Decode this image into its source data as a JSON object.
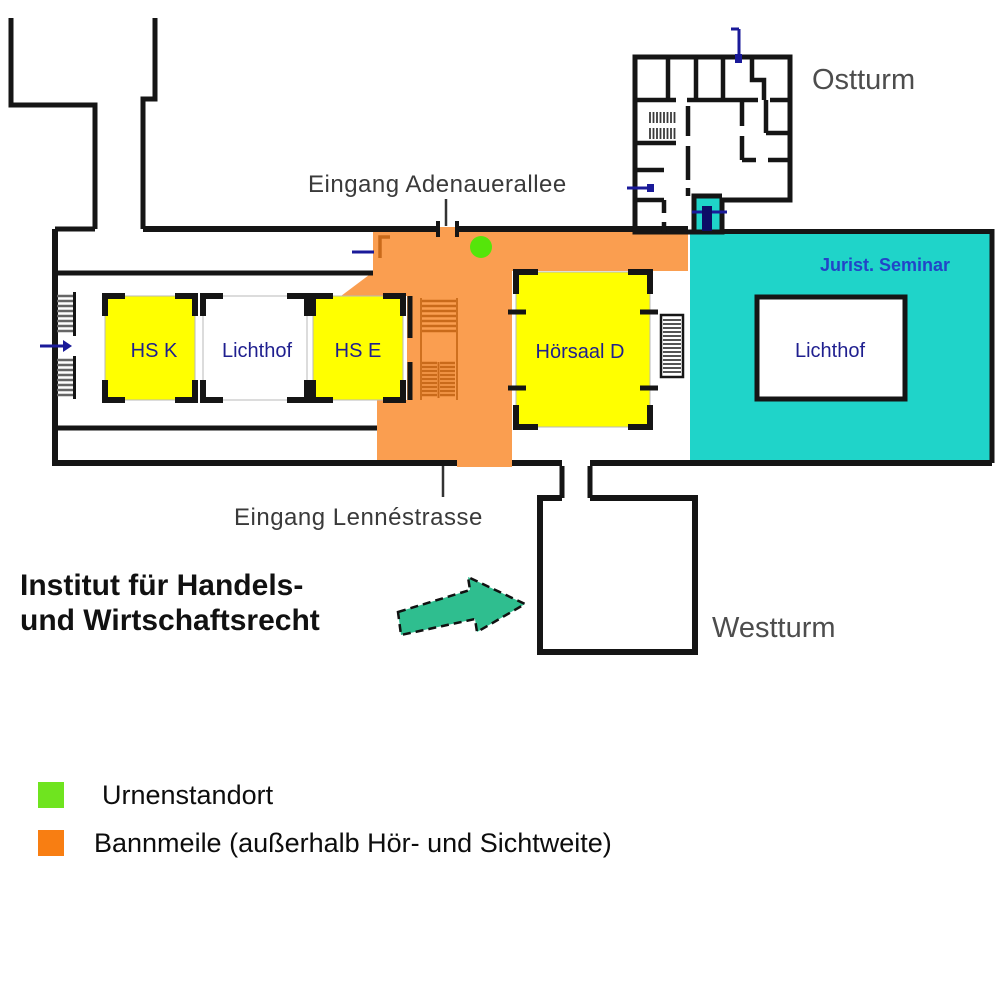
{
  "map": {
    "labels": {
      "eingang_adenauerallee": "Eingang Adenauerallee",
      "eingang_lennestrasse": "Eingang Lennéstrasse",
      "ostturm": "Ostturm",
      "westturm": "Westturm",
      "jurist_seminar": "Jurist. Seminar",
      "hs_k": "HS K",
      "lichthof_west": "Lichthof",
      "hs_e": "HS E",
      "hoersaal_d": "Hörsaal D",
      "lichthof_seminar": "Lichthof",
      "institut_line1": "Institut für Handels-",
      "institut_line2": "und Wirtschaftsrecht"
    }
  },
  "legend": {
    "items": [
      {
        "key": "urnenstandort",
        "label": "Urnenstandort",
        "color": "#6FE41F"
      },
      {
        "key": "bannmeile",
        "label": "Bannmeile (außerhalb Hör- und Sichtweite)",
        "color": "#F87E12"
      }
    ]
  },
  "colors": {
    "bannmeile_map": "#FA9E50",
    "bannmeile_legend": "#F87E12",
    "urnenstandort_dot": "#55E50A",
    "urnenstandort_legend": "#6FE41F",
    "seminar_teal": "#1FD4C9",
    "room_yellow": "#FFFF00",
    "wall": "#151515",
    "room_label": "#1F1F8F",
    "seminar_label": "#2244C8",
    "tower_label": "#4D4D4D",
    "entrance_label": "#3A3A3A",
    "institut_label": "#111111",
    "stair_orange": "#C96A1A",
    "marker_navy": "#1A1A99",
    "arrow_green": "#2FBE8F",
    "legend_text": "#0D0D0D"
  }
}
